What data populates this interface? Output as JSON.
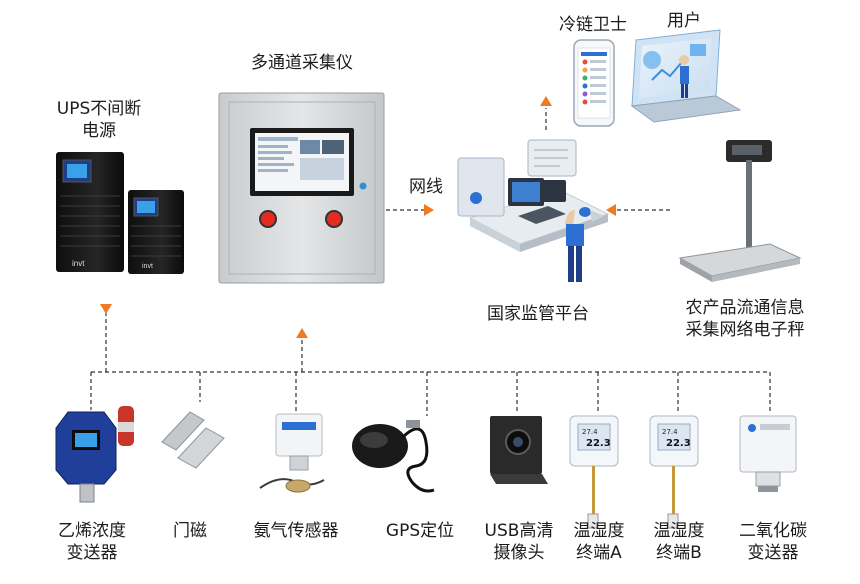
{
  "colors": {
    "line": "#333333",
    "arrow": "#f07a22",
    "cabinet": "#d6d8da",
    "ups": "#1a1a1a",
    "accent_blue": "#2d6fd2"
  },
  "labels": {
    "ups": [
      "UPS不间断",
      "电源"
    ],
    "collector": "多通道采集仪",
    "network": "网线",
    "platform": "国家监管平台",
    "cold_chain": "冷链卫士",
    "user": "用户",
    "scale": [
      "农产品流通信息",
      "采集网络电子秤"
    ],
    "ethylene": [
      "乙烯浓度",
      "变送器"
    ],
    "door": "门磁",
    "ammonia": "氨气传感器",
    "gps": "GPS定位",
    "usb_cam": [
      "USB高清",
      "摄像头"
    ],
    "thA": [
      "温湿度",
      "终端A"
    ],
    "thB": [
      "温湿度",
      "终端B"
    ],
    "co2": [
      "二氧化碳",
      "变送器"
    ]
  },
  "device_text": {
    "ups_brand": "invt",
    "th_temp": "22.3",
    "th_hum": "27.4"
  }
}
